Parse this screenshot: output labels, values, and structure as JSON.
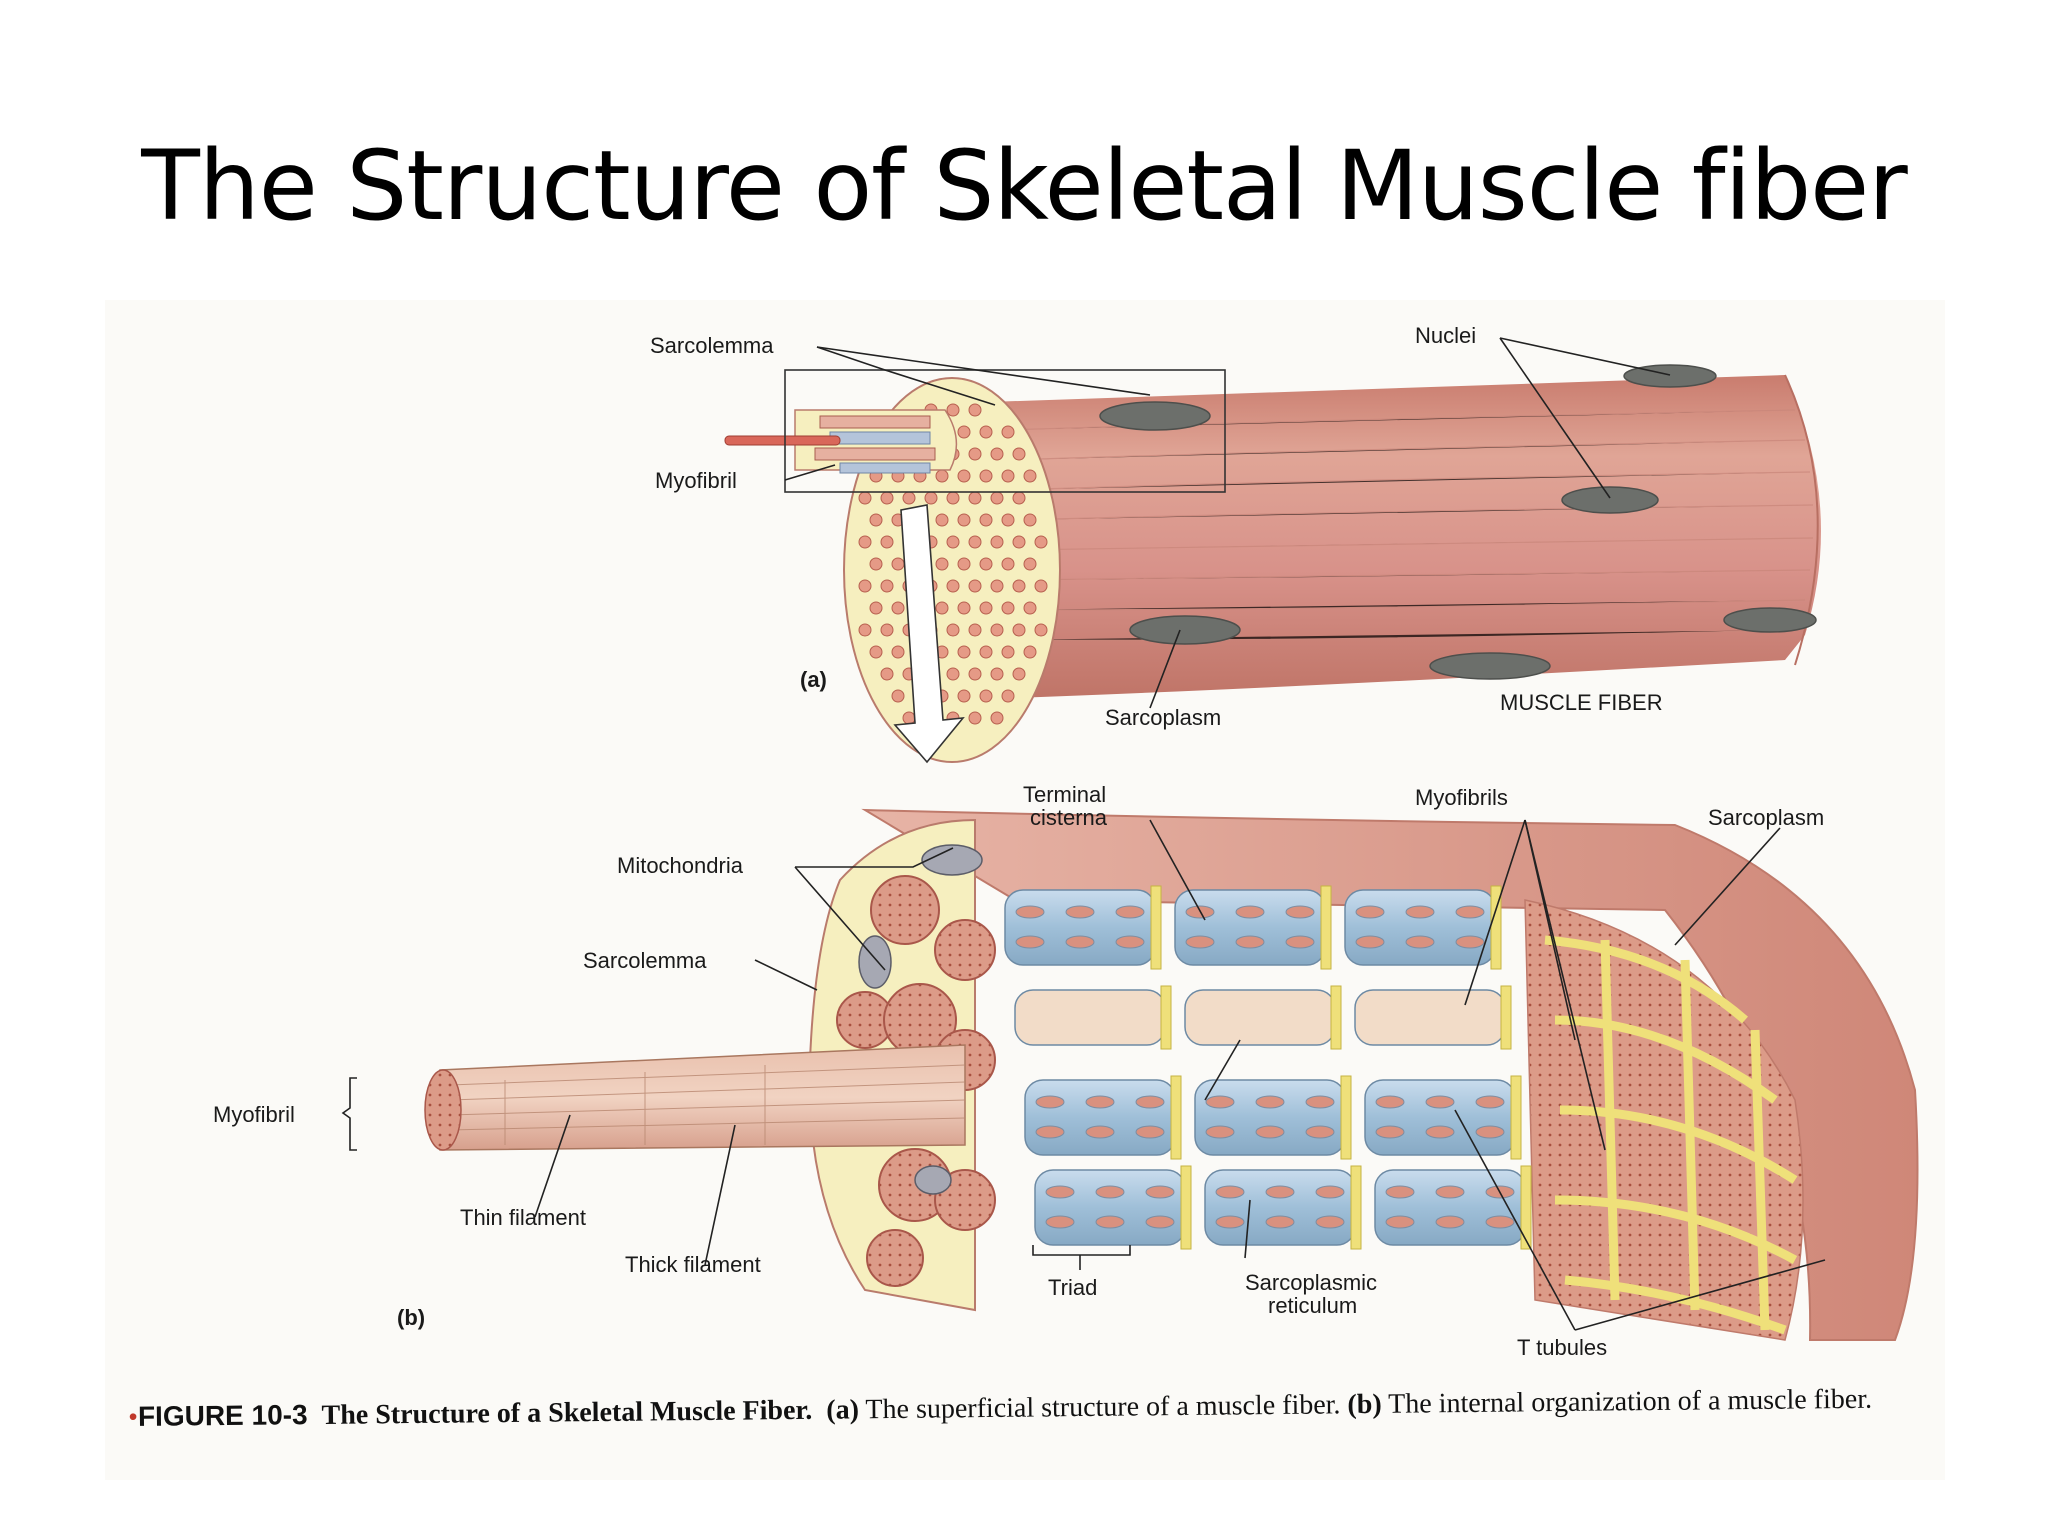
{
  "slide": {
    "title": "The Structure of Skeletal Muscle fiber"
  },
  "figure": {
    "part_a": {
      "tag": "(a)",
      "labels": {
        "sarcolemma": "Sarcolemma",
        "myofibril": "Myofibril",
        "nuclei": "Nuclei",
        "sarcoplasm": "Sarcoplasm",
        "muscle_fiber": "MUSCLE FIBER"
      }
    },
    "part_b": {
      "tag": "(b)",
      "labels": {
        "terminal_cisterna_1": "Terminal",
        "terminal_cisterna_2": "cisterna",
        "myofibrils": "Myofibrils",
        "sarcoplasm": "Sarcoplasm",
        "mitochondria": "Mitochondria",
        "sarcolemma": "Sarcolemma",
        "myofibril": "Myofibril",
        "thin_filament": "Thin filament",
        "thick_filament": "Thick filament",
        "triad": "Triad",
        "sarcoplasmic_reticulum_1": "Sarcoplasmic",
        "sarcoplasmic_reticulum_2": "reticulum",
        "t_tubules": "T tubules"
      }
    },
    "caption": {
      "figure_number": "FIGURE 10-3",
      "title": "The Structure of a Skeletal Muscle Fiber.",
      "part_a_tag": "(a)",
      "part_a_text": "The superficial structure of a muscle fiber.",
      "part_b_tag": "(b)",
      "part_b_text": "The internal organization of a muscle fiber."
    },
    "colors": {
      "muscle": "#d9978a",
      "muscle_dark": "#c47b6d",
      "sarcoplasm": "#f6efbf",
      "nucleus": "#6c6f6b",
      "reticulum": "#a9c6dc",
      "t_tubule": "#efe07a"
    }
  }
}
